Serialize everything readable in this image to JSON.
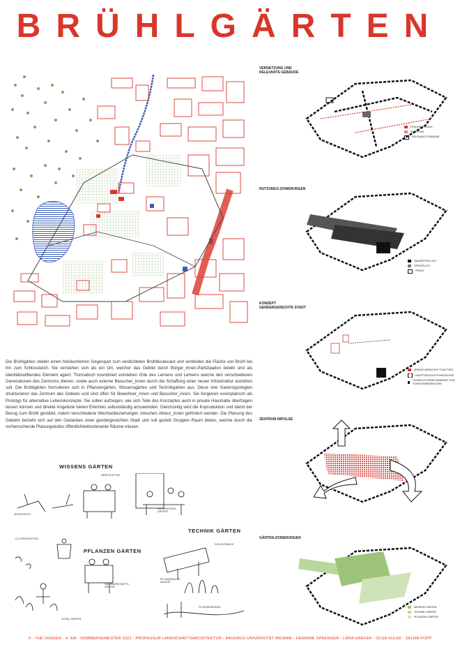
{
  "title": "BRÜHLGÄRTEN",
  "description": "Die Brühlgärten stellen einen freiräumlichen Gegenpart zum verdichteten Brühlboulevard und verbinden die Fläche von Brühl bis hin zum Schlossteich. Sie verstehen sich als ein Ort, welcher das Gebiet durch Bürger_innen-Partizipation belebt und als identitätsstiftendes Element agiert. Thematisch koordiniert entstehen Orte des Lernens und Lehrens welche den verschiedenen Generationen des Zentrums dienen, sowie auch externe Besucher_innen durch die Schaffung einer neuen Infrastruktur anziehen soll. Die Brühlgärten formulieren sich in Pflanzengärten, Wissensgärten und Technikgärten aus. Diese drei Gartentypologien strukturieren das Zentrum des Gebiets und sind offen für Bewohner_innen und Besucher_innen. Sie fungieren exemplarisch als Prototyp für alternative Lebenskonzepte. Sie sollen aufzeigen, wie sich Teile des Konzeptes auch in private Haushalte übertragen lassen können und direkte Angebote bieten Erlerntes selbstständig anzuwenden. Gleichzeitig wird die Koproduktion und damit der Bezug zum Brühl gestärkt, indem verschiedene Wechselbeziehungen zwischen Akteur_innen gefördert werden. Die Planung des Gebiets bezieht sich auf den Gedanken einer gendergerechten Stadt und soll gezielt Gruppen Raum bieten, welche durch die vorherrschende Planungskultur öffentlichkeitsrelevante Räume missen.",
  "diagrams": [
    {
      "label": "VERNETZUNG UND RELEVANTE GEBÄUDE",
      "legend": [
        "FEHLERNETZUNG",
        "AUTO FREI",
        "RELEVANTE GEBÄUDE"
      ]
    },
    {
      "label": "NUTZUNGS-ZONIERUNGEN",
      "legend": [
        "HALBÖFFENTLICH",
        "ÖFFENTLICH",
        "PRIVAT"
      ]
    },
    {
      "label": "KONZEPT GENDERGERECHTE STADT",
      "legend": [
        "SENIOR-GERECHTE TOILETTEN",
        "HAUPT-BELEUCHTUNGSACHSE",
        "SCHNELLE ERREICHBARKEIT VON FUNKTIONSBEREICHEN"
      ]
    },
    {
      "label": "ZENTRUM IMPULSE",
      "legend": []
    },
    {
      "label": "GÄRTEN-ZONIERUNGEN",
      "legend": [
        "WISSENS GÄRTEN",
        "TECHNIK GÄRTEN",
        "PFLANZEN GÄRTEN"
      ]
    }
  ],
  "sections": {
    "wissens": {
      "title": "WISSENS GÄRTEN",
      "labels": [
        "WORKSHOPS",
        "WERKSTÄTTEN",
        "GENERATIONS-GÄRTEN"
      ]
    },
    "pflanzen": {
      "title": "PFLANZEN GÄRTEN",
      "labels": [
        "(CO-)PRODUKTION",
        "NACHBARSCHAFTS-GÄRTEN",
        "SCHUL-GÄRTEN"
      ]
    },
    "technik": {
      "title": "TECHNIK GÄRTEN",
      "labels": [
        "SOLAR-PANELE",
        "PFLANZENKLÄR-ANLAGE",
        "FLUSSREINIGUNG"
      ]
    }
  },
  "footer": "© - THE UNSEEN - 4. KM - SOMMERSEMESTER 2022 - PROFESSUR LANDSCHAFTSARCHITEKTUR - BAUHAUS-UNIVERSITÄT WEIMAR - HERMINE SPRENGER - LARA GREFER - OLGA SULEK - SELMA POPP",
  "colors": {
    "accent": "#d9362b",
    "water": "#3b5fb8",
    "green": "#7aa65a",
    "dark": "#222222"
  }
}
